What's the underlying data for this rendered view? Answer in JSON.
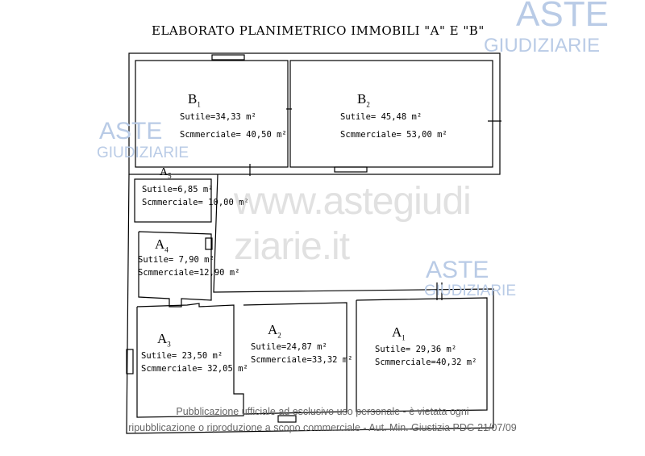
{
  "title": "ELABORATO PLANIMETRICO IMMOBILI \"A\" E \"B\"",
  "rooms": {
    "B1": {
      "letter": "B",
      "sub": "1",
      "sutile": "Sutile=34,33 m²",
      "scomm": "Scmmerciale= 40,50 m²"
    },
    "B2": {
      "letter": "B",
      "sub": "2",
      "sutile": "Sutile= 45,48 m²",
      "scomm": "Scmmerciale= 53,00 m²"
    },
    "A5": {
      "letter": "A",
      "sub": "5",
      "sutile": "Sutile=6,85 m²",
      "scomm": "Scmmerciale= 10,00 m²"
    },
    "A4": {
      "letter": "A",
      "sub": "4",
      "sutile": "Sutile= 7,90 m²",
      "scomm": "Scmmerciale=12,90 m²"
    },
    "A3": {
      "letter": "A",
      "sub": "3",
      "sutile": "Sutile= 23,50 m²",
      "scomm": "Scmmerciale= 32,05 m²"
    },
    "A2": {
      "letter": "A",
      "sub": "2",
      "sutile": "Sutile=24,87 m²",
      "scomm": "Scmmerciale=33,32 m²"
    },
    "A1": {
      "letter": "A",
      "sub": "1",
      "sutile": "Sutile= 29,36 m²",
      "scomm": "Scmmerciale=40,32 m²"
    }
  },
  "watermark": {
    "aste": "ASTE",
    "giudiziarie": "GIUDIZIARIE",
    "site": "www.astegiudiziarie.it"
  },
  "notice": {
    "line1": "Pubblicazione ufficiale ad esclusivo uso personale - è vietata ogni",
    "line2": "ripubblicazione o riproduzione a scopo commerciale - Aut. Min. Giustizia PDG 21/07/09"
  }
}
